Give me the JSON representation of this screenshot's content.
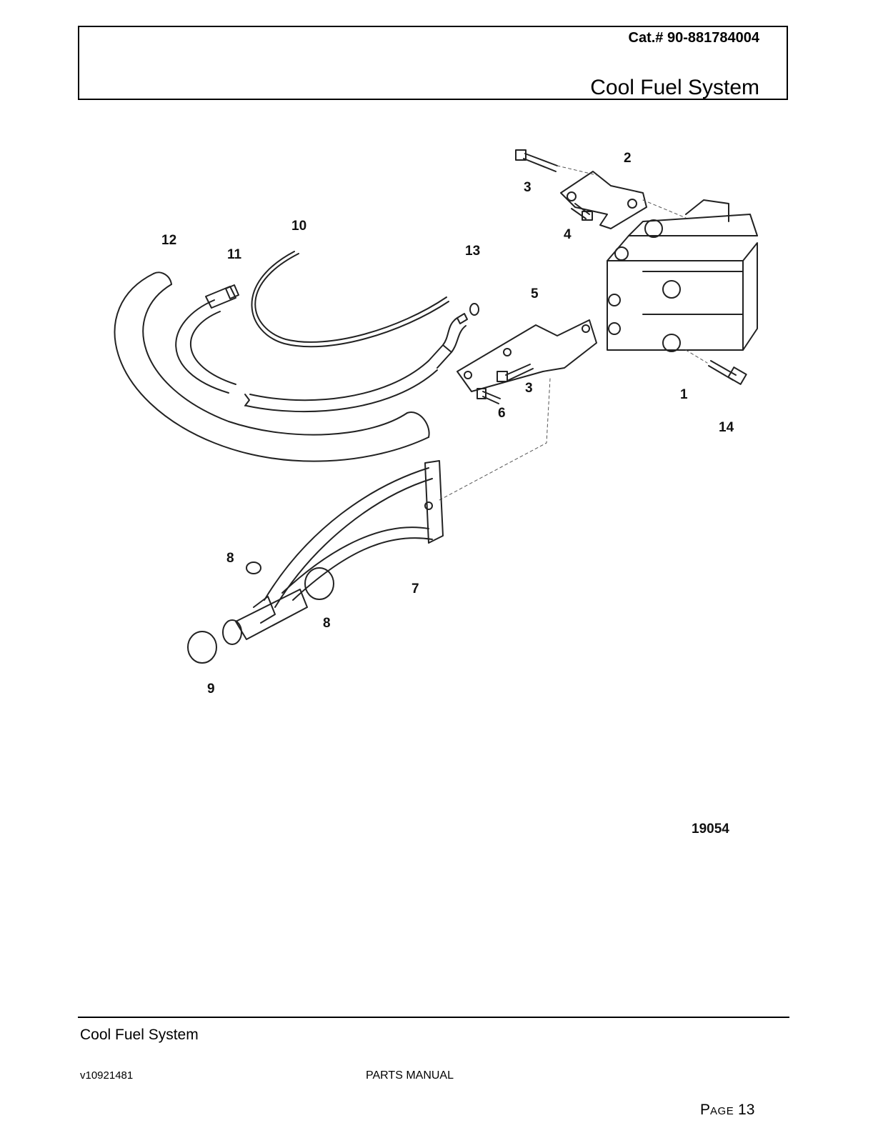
{
  "header": {
    "catalog_number": "Cat.# 90-881784004",
    "title": "Cool Fuel System"
  },
  "diagram": {
    "figure_id": "19054",
    "callouts": [
      "1",
      "2",
      "3",
      "3",
      "4",
      "5",
      "6",
      "7",
      "8",
      "8",
      "9",
      "10",
      "11",
      "12",
      "13",
      "14"
    ]
  },
  "footer": {
    "section": "Cool Fuel System",
    "version": "v10921481",
    "manual": "PARTS MANUAL",
    "page_label_first": "P",
    "page_label_rest": "AGE",
    "page_number": "13"
  }
}
